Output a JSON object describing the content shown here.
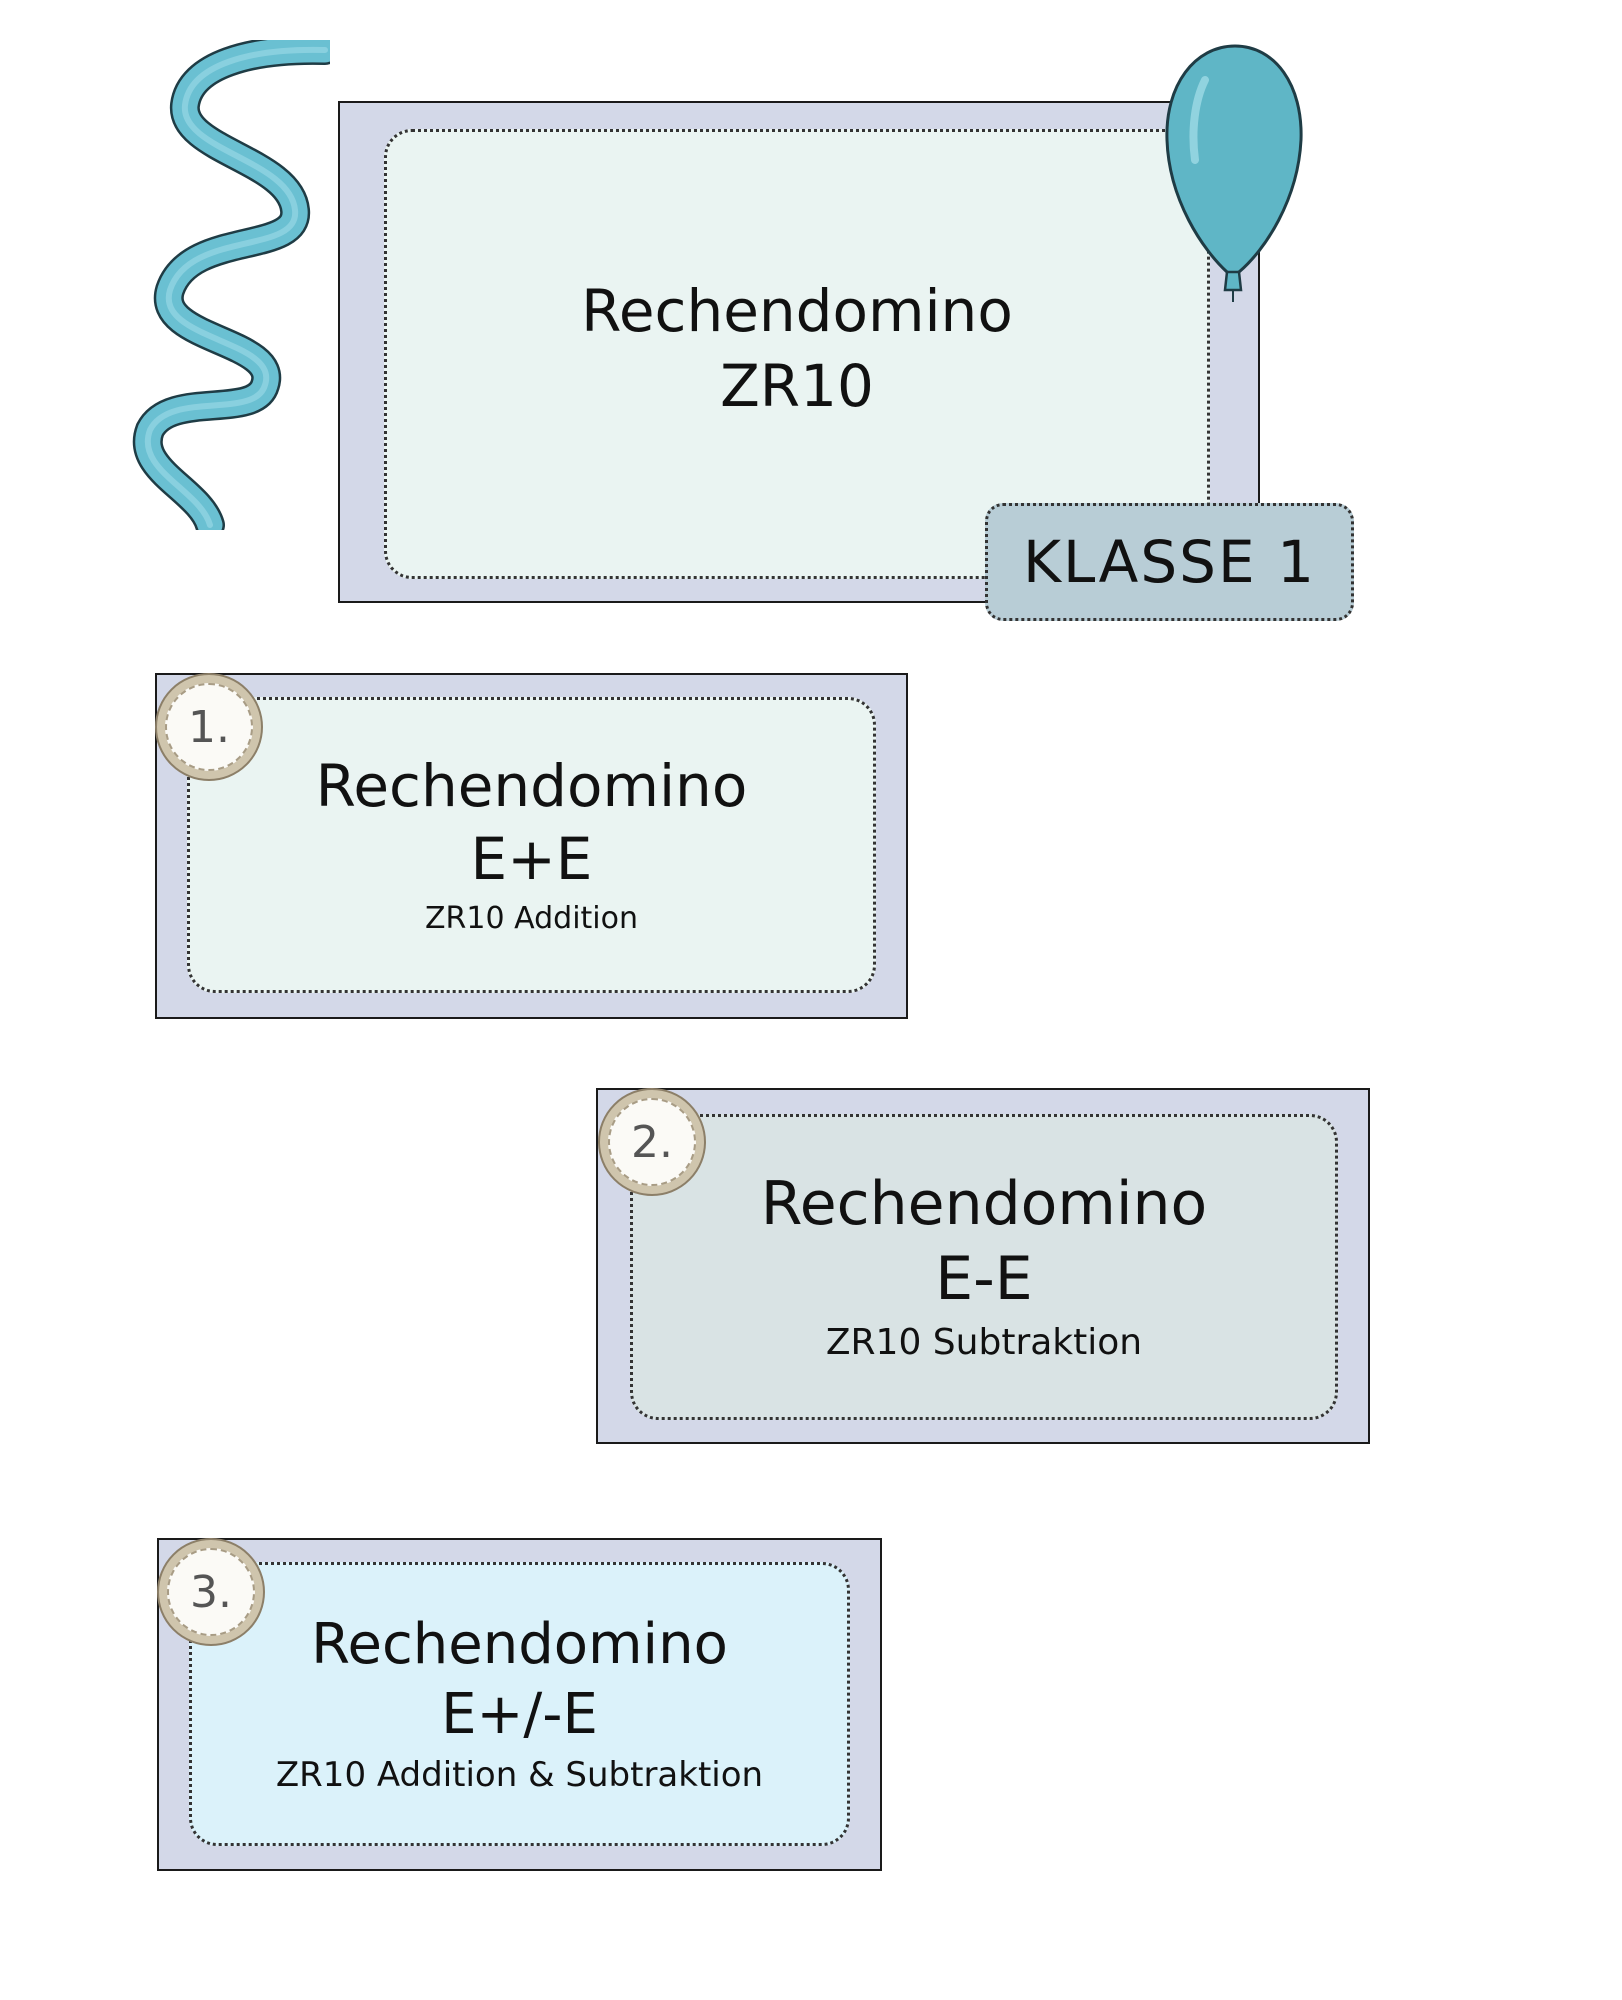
{
  "cover": {
    "title": "Rechendomino",
    "subtitle": "ZR10",
    "grade_label": "KLASSE 1"
  },
  "cards": [
    {
      "number": "1.",
      "title": "Rechendomino",
      "operation": "E+E",
      "description": "ZR10 Addition"
    },
    {
      "number": "2.",
      "title": "Rechendomino",
      "operation": "E-E",
      "description": "ZR10 Subtraktion"
    },
    {
      "number": "3.",
      "title": "Rechendomino",
      "operation": "E+/-E",
      "description": "ZR10 Addition & Subtraktion"
    }
  ],
  "colors": {
    "frame": "#d3d8e8",
    "cover_inner": "#eaf4f2",
    "card1_inner": "#eaf4f2",
    "card2_inner": "#d9e3e4",
    "card3_inner": "#dbf2fa",
    "grade_tag": "#b8cdd6",
    "balloon": "#5fb6c6",
    "ribbon": "#6ac0d2"
  },
  "decorations": {
    "ribbon_icon": "curly-ribbon",
    "balloon_icon": "balloon"
  }
}
